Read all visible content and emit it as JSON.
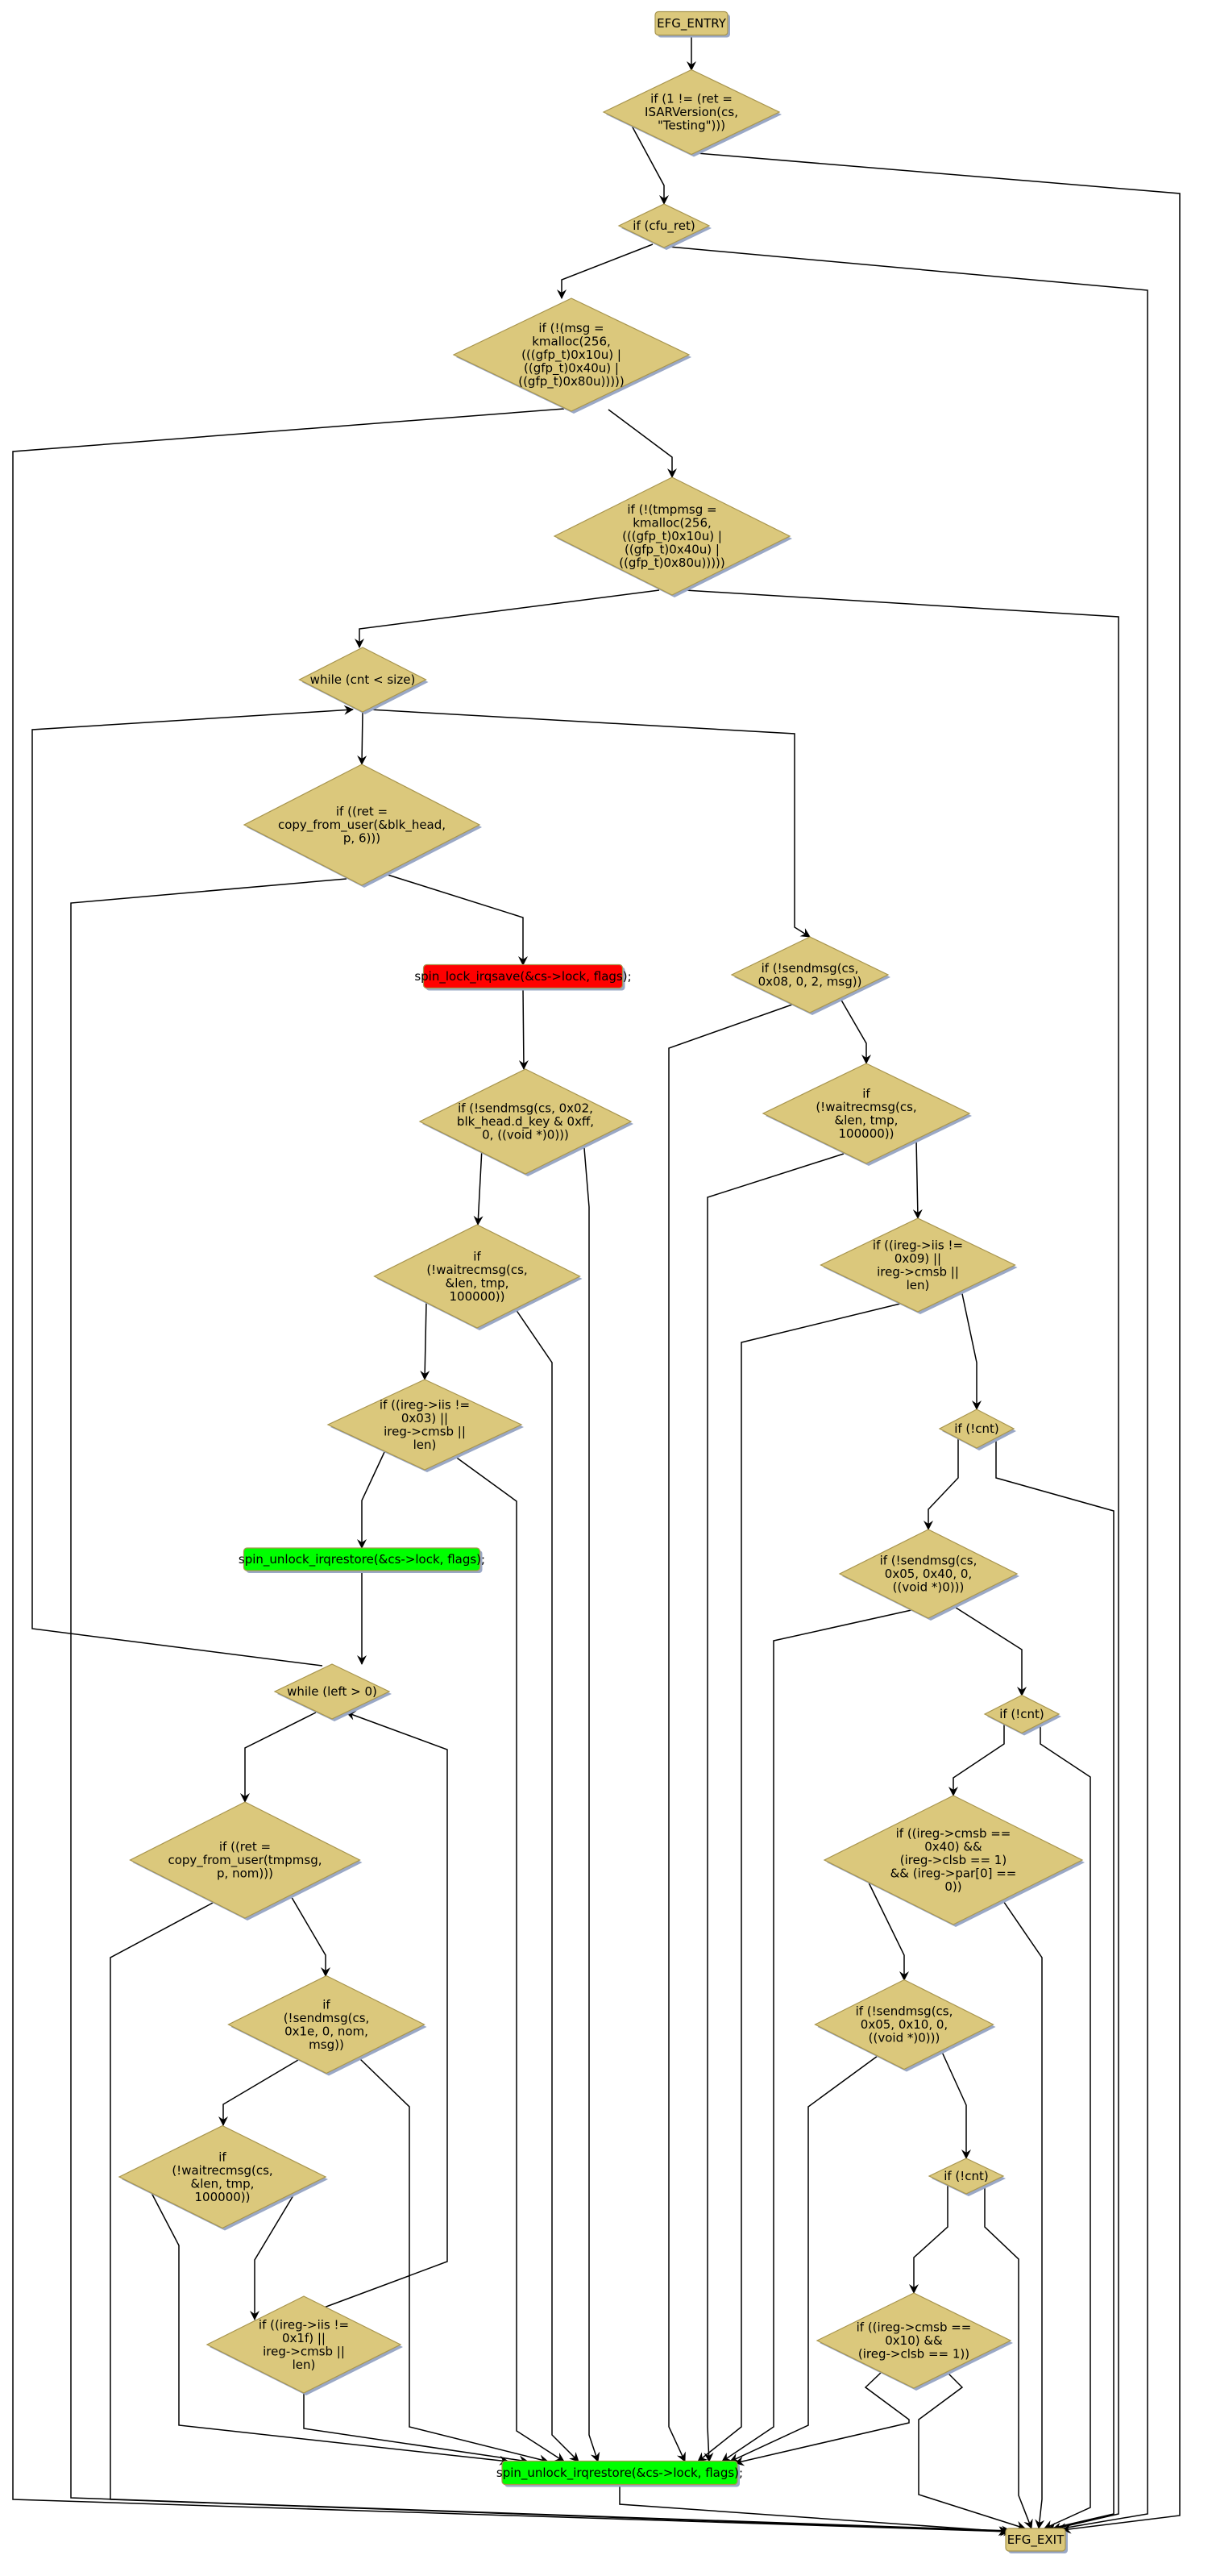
{
  "colors": {
    "decision_fill": "#dbc87c",
    "decision_stroke": "#a8954e",
    "shadow": "#9aa8c6",
    "lock_fill": "#ff0000",
    "unlock_fill": "#00ff00",
    "edge": "#000000"
  },
  "nodes": [
    {
      "id": "entry",
      "kind": "terminal",
      "lines": [
        "EFG_ENTRY"
      ]
    },
    {
      "id": "d_isar",
      "kind": "decision",
      "lines": [
        "if (1 != (ret =",
        "ISARVersion(cs,",
        "\"Testing\")))"
      ]
    },
    {
      "id": "d_cfu",
      "kind": "decision",
      "lines": [
        "if (cfu_ret)"
      ]
    },
    {
      "id": "d_msg",
      "kind": "decision",
      "lines": [
        "if (!(msg =",
        "kmalloc(256,",
        "(((gfp_t)0x10u) |",
        "((gfp_t)0x40u) |",
        "((gfp_t)0x80u)))))"
      ]
    },
    {
      "id": "d_tmpmsg",
      "kind": "decision",
      "lines": [
        "if (!(tmpmsg =",
        "kmalloc(256,",
        "(((gfp_t)0x10u) |",
        "((gfp_t)0x40u) |",
        "((gfp_t)0x80u)))))"
      ]
    },
    {
      "id": "d_while_cnt",
      "kind": "decision",
      "lines": [
        "while (cnt < size)"
      ]
    },
    {
      "id": "d_cfu_blk",
      "kind": "decision",
      "lines": [
        "if ((ret =",
        "copy_from_user(&blk_head,",
        "p, 6)))"
      ]
    },
    {
      "id": "lock",
      "kind": "lock",
      "lines": [
        "spin_lock_irqsave(&cs->lock, flags);"
      ]
    },
    {
      "id": "d_send02",
      "kind": "decision",
      "lines": [
        "if (!sendmsg(cs, 0x02,",
        "blk_head.d_key & 0xff,",
        "0, ((void *)0)))"
      ]
    },
    {
      "id": "d_wait_l",
      "kind": "decision",
      "lines": [
        "if",
        "(!waitrecmsg(cs,",
        "&len, tmp,",
        "100000))"
      ]
    },
    {
      "id": "d_iis03",
      "kind": "decision",
      "lines": [
        "if ((ireg->iis !=",
        "0x03) ||",
        "ireg->cmsb ||",
        "len)"
      ]
    },
    {
      "id": "unlock1",
      "kind": "unlock",
      "lines": [
        "spin_unlock_irqrestore(&cs->lock, flags);"
      ]
    },
    {
      "id": "d_while_left",
      "kind": "decision",
      "lines": [
        "while (left > 0)"
      ]
    },
    {
      "id": "d_cfu_tmp",
      "kind": "decision",
      "lines": [
        "if ((ret =",
        "copy_from_user(tmpmsg,",
        "p, nom)))"
      ]
    },
    {
      "id": "d_send1e",
      "kind": "decision",
      "lines": [
        "if",
        "(!sendmsg(cs,",
        "0x1e, 0, nom,",
        "msg))"
      ]
    },
    {
      "id": "d_wait_bl",
      "kind": "decision",
      "lines": [
        "if",
        "(!waitrecmsg(cs,",
        "&len, tmp,",
        "100000))"
      ]
    },
    {
      "id": "d_iis1f",
      "kind": "decision",
      "lines": [
        "if ((ireg->iis !=",
        "0x1f) ||",
        "ireg->cmsb ||",
        "len)"
      ]
    },
    {
      "id": "unlock2",
      "kind": "unlock",
      "lines": [
        "spin_unlock_irqrestore(&cs->lock, flags);"
      ]
    },
    {
      "id": "d_send08",
      "kind": "decision",
      "lines": [
        "if (!sendmsg(cs,",
        "0x08, 0, 2, msg))"
      ]
    },
    {
      "id": "d_wait_r",
      "kind": "decision",
      "lines": [
        "if",
        "(!waitrecmsg(cs,",
        "&len, tmp,",
        "100000))"
      ]
    },
    {
      "id": "d_iis09",
      "kind": "decision",
      "lines": [
        "if ((ireg->iis !=",
        "0x09) ||",
        "ireg->cmsb ||",
        "len)"
      ]
    },
    {
      "id": "d_cnt1",
      "kind": "decision",
      "lines": [
        "if (!cnt)"
      ]
    },
    {
      "id": "d_send0540",
      "kind": "decision",
      "lines": [
        "if (!sendmsg(cs,",
        "0x05, 0x40, 0,",
        "((void *)0)))"
      ]
    },
    {
      "id": "d_cnt2",
      "kind": "decision",
      "lines": [
        "if (!cnt)"
      ]
    },
    {
      "id": "d_cmsb40",
      "kind": "decision",
      "lines": [
        "if ((ireg->cmsb ==",
        "0x40) &&",
        "(ireg->clsb == 1)",
        "&& (ireg->par[0] ==",
        "0))"
      ]
    },
    {
      "id": "d_send0510",
      "kind": "decision",
      "lines": [
        "if (!sendmsg(cs,",
        "0x05, 0x10, 0,",
        "((void *)0)))"
      ]
    },
    {
      "id": "d_cnt3",
      "kind": "decision",
      "lines": [
        "if (!cnt)"
      ]
    },
    {
      "id": "d_cmsb10",
      "kind": "decision",
      "lines": [
        "if ((ireg->cmsb ==",
        "0x10) &&",
        "(ireg->clsb == 1))"
      ]
    },
    {
      "id": "exit",
      "kind": "terminal",
      "lines": [
        "EFG_EXIT"
      ]
    }
  ],
  "edges": [
    [
      "entry",
      "d_isar"
    ],
    [
      "d_isar",
      "d_cfu"
    ],
    [
      "d_isar",
      "exit"
    ],
    [
      "d_cfu",
      "d_msg"
    ],
    [
      "d_cfu",
      "exit"
    ],
    [
      "d_msg",
      "d_tmpmsg"
    ],
    [
      "d_msg",
      "exit"
    ],
    [
      "d_tmpmsg",
      "d_while_cnt"
    ],
    [
      "d_tmpmsg",
      "exit"
    ],
    [
      "d_while_cnt",
      "d_cfu_blk"
    ],
    [
      "d_while_cnt",
      "d_send08"
    ],
    [
      "d_while_left",
      "d_while_cnt"
    ],
    [
      "d_cfu_blk",
      "exit"
    ],
    [
      "d_cfu_blk",
      "lock"
    ],
    [
      "lock",
      "d_send02"
    ],
    [
      "d_send02",
      "d_wait_l"
    ],
    [
      "d_send02",
      "unlock2"
    ],
    [
      "d_wait_l",
      "d_iis03"
    ],
    [
      "d_wait_l",
      "unlock2"
    ],
    [
      "d_iis03",
      "unlock1"
    ],
    [
      "d_iis03",
      "unlock2"
    ],
    [
      "unlock1",
      "d_while_left"
    ],
    [
      "d_while_left",
      "d_cfu_tmp"
    ],
    [
      "d_iis1f",
      "d_while_left"
    ],
    [
      "d_cfu_tmp",
      "exit"
    ],
    [
      "d_cfu_tmp",
      "d_send1e"
    ],
    [
      "d_send1e",
      "d_wait_bl"
    ],
    [
      "d_send1e",
      "unlock2"
    ],
    [
      "d_wait_bl",
      "unlock2"
    ],
    [
      "d_wait_bl",
      "d_iis1f"
    ],
    [
      "d_iis1f",
      "unlock2"
    ],
    [
      "unlock2",
      "exit"
    ],
    [
      "d_send08",
      "d_wait_r"
    ],
    [
      "d_send08",
      "unlock2"
    ],
    [
      "d_wait_r",
      "unlock2"
    ],
    [
      "d_wait_r",
      "d_iis09"
    ],
    [
      "d_iis09",
      "unlock2"
    ],
    [
      "d_iis09",
      "d_cnt1"
    ],
    [
      "d_cnt1",
      "d_send0540"
    ],
    [
      "d_cnt1",
      "exit"
    ],
    [
      "d_send0540",
      "unlock2"
    ],
    [
      "d_send0540",
      "d_cnt2"
    ],
    [
      "d_cnt2",
      "d_cmsb40"
    ],
    [
      "d_cnt2",
      "exit"
    ],
    [
      "d_cmsb40",
      "d_send0510"
    ],
    [
      "d_cmsb40",
      "exit"
    ],
    [
      "d_send0510",
      "unlock2"
    ],
    [
      "d_send0510",
      "d_cnt3"
    ],
    [
      "d_cnt3",
      "d_cmsb10"
    ],
    [
      "d_cnt3",
      "exit"
    ],
    [
      "d_cmsb10",
      "unlock2"
    ],
    [
      "d_cmsb10",
      "exit"
    ]
  ]
}
